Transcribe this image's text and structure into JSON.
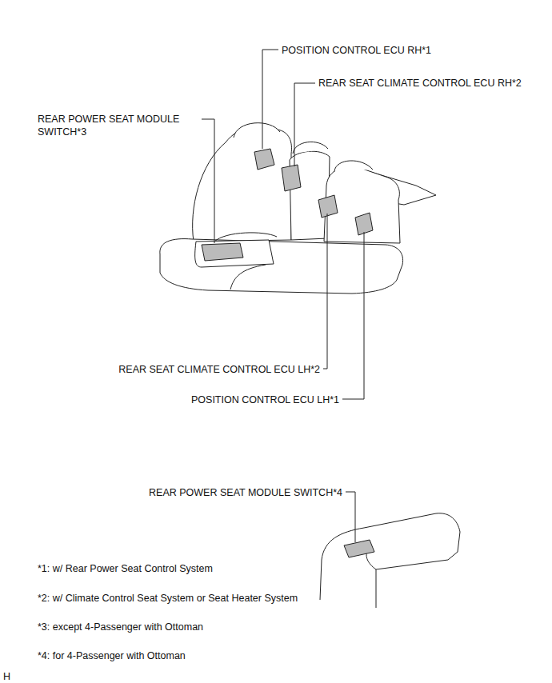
{
  "diagram": {
    "labels": [
      "POSITION CONTROL ECU RH*1",
      "REAR SEAT CLIMATE CONTROL ECU RH*2",
      "REAR POWER SEAT MODULE SWITCH*3",
      "REAR SEAT CLIMATE CONTROL ECU LH*2",
      "POSITION CONTROL ECU LH*1",
      "REAR POWER SEAT MODULE SWITCH*4",
      "*1: w/ Rear Power Seat Control System",
      "*2: w/ Climate Control Seat System or Seat Heater System",
      "*3: except 4-Passenger with Ottoman",
      "*4: for 4-Passenger with Ottoman",
      "H"
    ]
  }
}
